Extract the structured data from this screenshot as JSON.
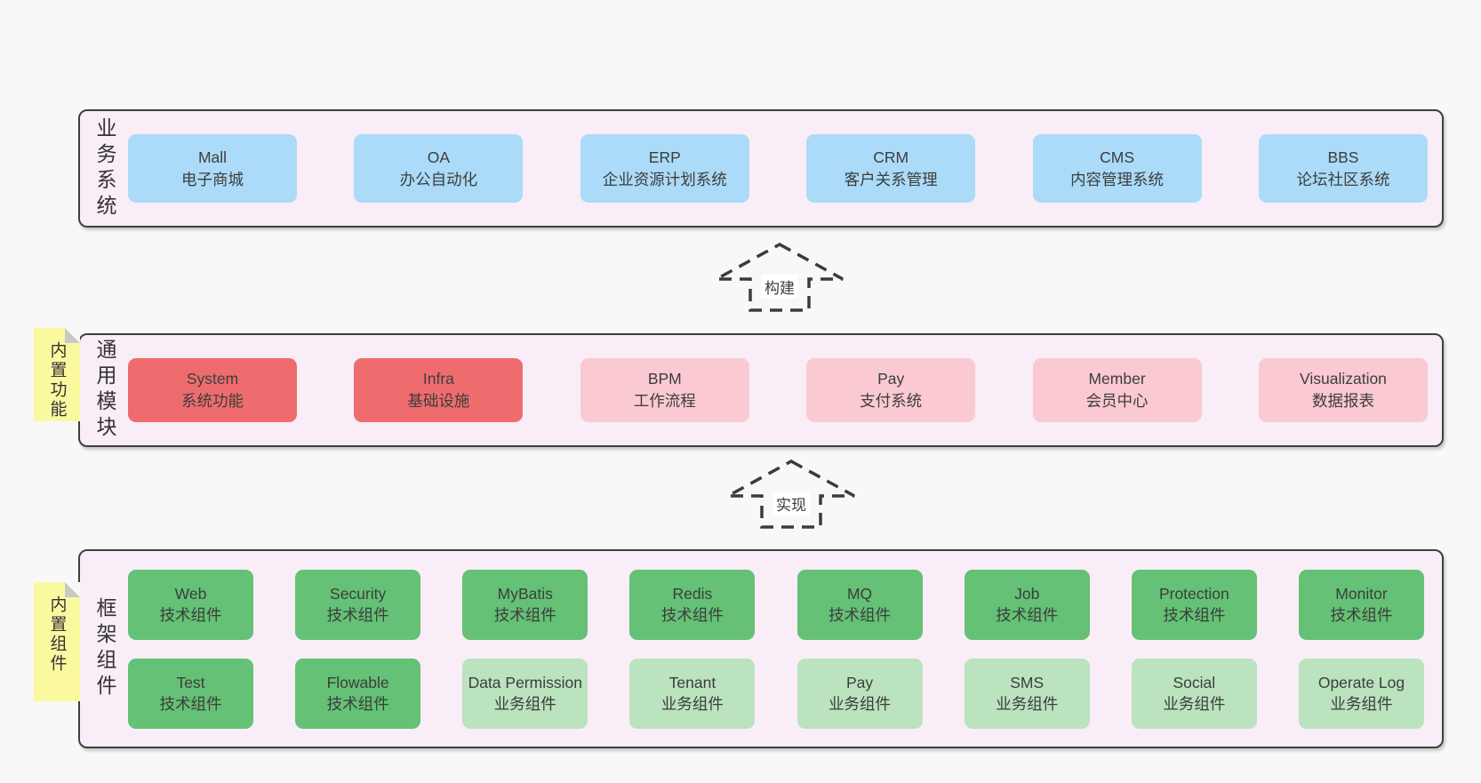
{
  "colors": {
    "page_bg": "#f8f8f8",
    "band_bg": "#f9edf7",
    "band_border": "#3f3f3f",
    "blue": "#abdbf8",
    "red": "#ef6c6e",
    "pink": "#fac9d2",
    "green": "#64c175",
    "light_green": "#bae3be",
    "sticky_yellow": "#fbf9a0",
    "sticky_fold": "#c8c8c8",
    "text": "#3d3d3d",
    "arrow": "#3b3b3b"
  },
  "diagram": {
    "bands": [
      {
        "label": "业务系统",
        "boxes": [
          {
            "name": "Mall",
            "desc": "电子商城"
          },
          {
            "name": "OA",
            "desc": "办公自动化"
          },
          {
            "name": "ERP",
            "desc": "企业资源计划系统"
          },
          {
            "name": "CRM",
            "desc": "客户关系管理"
          },
          {
            "name": "CMS",
            "desc": "内容管理系统"
          },
          {
            "name": "BBS",
            "desc": "论坛社区系统"
          }
        ]
      },
      {
        "label": "通用模块",
        "sticky": "内置功能",
        "boxes": [
          {
            "name": "System",
            "desc": "系统功能"
          },
          {
            "name": "Infra",
            "desc": "基础设施"
          },
          {
            "name": "BPM",
            "desc": "工作流程"
          },
          {
            "name": "Pay",
            "desc": "支付系统"
          },
          {
            "name": "Member",
            "desc": "会员中心"
          },
          {
            "name": "Visualization",
            "desc": "数据报表"
          }
        ]
      },
      {
        "label": "框架组件",
        "sticky": "内置组件",
        "rows": [
          [
            {
              "name": "Web",
              "desc": "技术组件"
            },
            {
              "name": "Security",
              "desc": "技术组件"
            },
            {
              "name": "MyBatis",
              "desc": "技术组件"
            },
            {
              "name": "Redis",
              "desc": "技术组件"
            },
            {
              "name": "MQ",
              "desc": "技术组件"
            },
            {
              "name": "Job",
              "desc": "技术组件"
            },
            {
              "name": "Protection",
              "desc": "技术组件"
            },
            {
              "name": "Monitor",
              "desc": "技术组件"
            }
          ],
          [
            {
              "name": "Test",
              "desc": "技术组件"
            },
            {
              "name": "Flowable",
              "desc": "技术组件"
            },
            {
              "name": "Data Permission",
              "desc": "业务组件"
            },
            {
              "name": "Tenant",
              "desc": "业务组件"
            },
            {
              "name": "Pay",
              "desc": "业务组件"
            },
            {
              "name": "SMS",
              "desc": "业务组件"
            },
            {
              "name": "Social",
              "desc": "业务组件"
            },
            {
              "name": "Operate Log",
              "desc": "业务组件"
            }
          ]
        ]
      }
    ],
    "arrows": [
      {
        "label": "构建"
      },
      {
        "label": "实现"
      }
    ]
  }
}
